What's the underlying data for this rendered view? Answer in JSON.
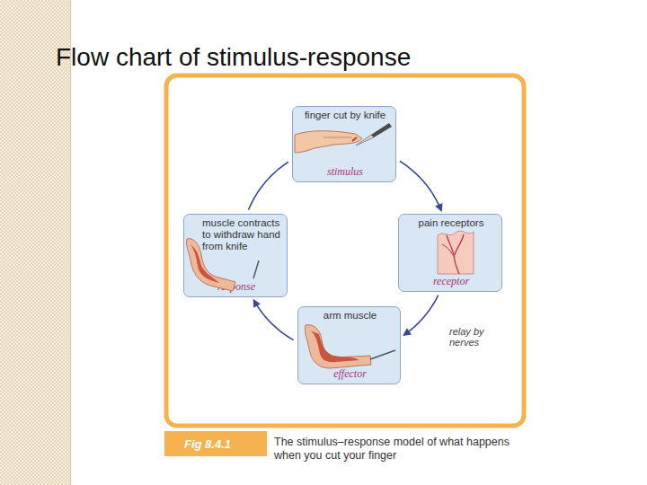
{
  "diagram": {
    "title": "Flow chart of stimulus-response",
    "caption": "The stimulus–response model of what happens when you cut your finger",
    "nodes": [
      {
        "text": [
          "finger cut by knife",
          "stimulus"
        ]
      },
      {
        "text": [
          "pain receptors",
          "receptor"
        ]
      },
      {
        "text": [
          "arm muscle",
          "effector"
        ]
      },
      {
        "text": [
          "muscle contracts to withdraw hand from knife",
          "response"
        ]
      }
    ],
    "edges": [
      {
        "from": 0,
        "to": 1,
        "arrow": "to"
      },
      {
        "from": 1,
        "to": 2,
        "label": "relay by nerves",
        "arrow": "to"
      },
      {
        "from": 2,
        "to": 3,
        "arrow": "to"
      },
      {
        "from": 3,
        "to": 0,
        "arrow": "none"
      }
    ],
    "labels": [
      "Fig 8.4.1"
    ]
  }
}
